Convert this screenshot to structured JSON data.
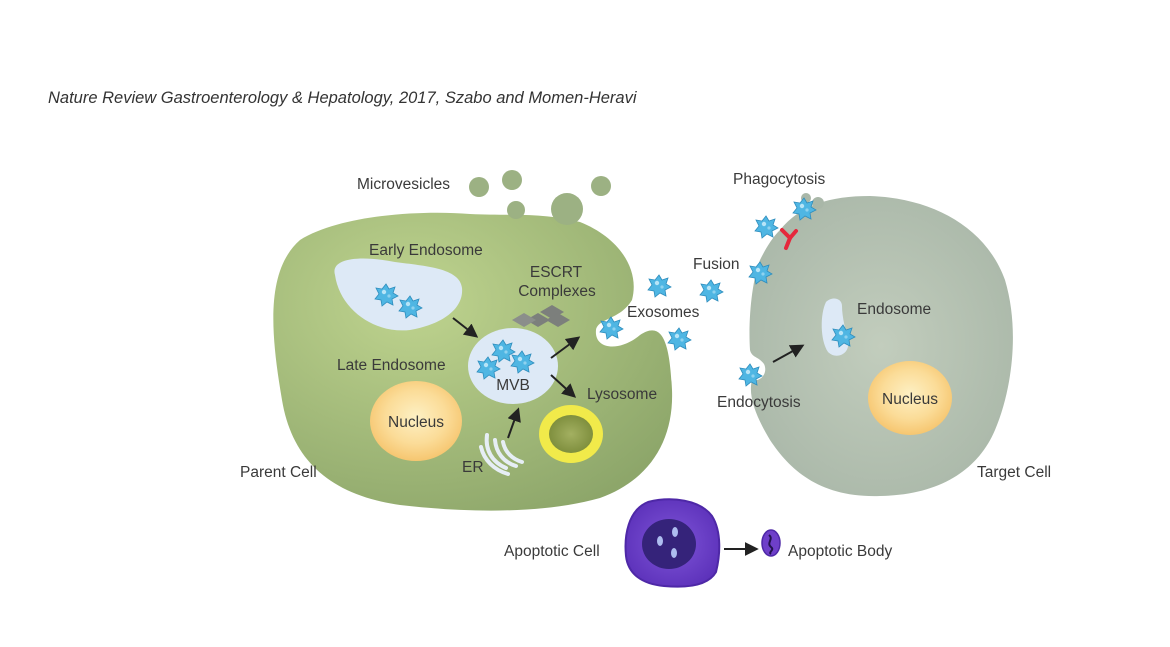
{
  "citation": "Nature Review Gastroenterology & Hepatology, 2017, Szabo and Momen-Heravi",
  "labels": {
    "microvesicles": "Microvesicles",
    "early_endosome": "Early Endosome",
    "escrt_line1": "ESCRT",
    "escrt_line2": "Complexes",
    "late_endosome": "Late Endosome",
    "mvb": "MVB",
    "nucleus_parent": "Nucleus",
    "lysosome": "Lysosome",
    "er": "ER",
    "parent_cell": "Parent Cell",
    "exosomes": "Exosomes",
    "fusion": "Fusion",
    "phagocytosis": "Phagocytosis",
    "endosome": "Endosome",
    "nucleus_target": "Nucleus",
    "endocytosis": "Endocytosis",
    "target_cell": "Target Cell",
    "apoptotic_cell": "Apoptotic Cell",
    "apoptotic_body": "Apoptotic Body"
  },
  "icons": {
    "exosome": "exosome-star-icon",
    "antibody": "y-receptor-icon",
    "arrow": "arrow-icon"
  },
  "colors": {
    "parent_cell": "#a3bd78",
    "target_cell": "#b4c1b2",
    "nucleus": "#f9d48a",
    "exosome": "#4fb6e3",
    "apoptotic": "#6e3fc9",
    "receptor": "#e5283c",
    "endosome": "#dde9f6"
  }
}
